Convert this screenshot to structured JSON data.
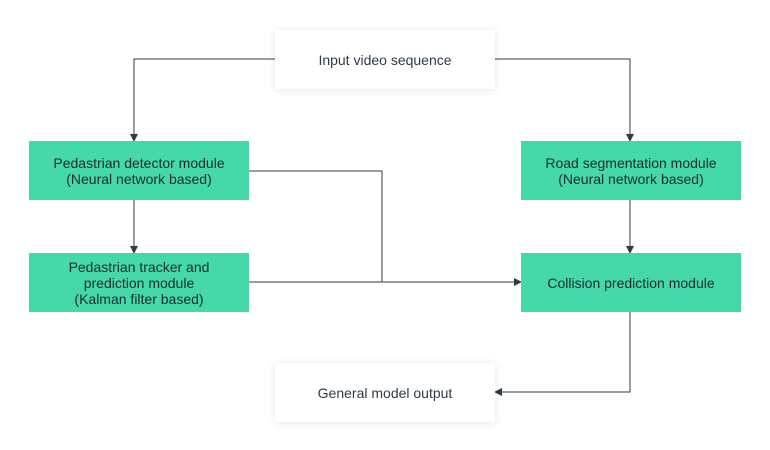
{
  "nodes": {
    "input": {
      "line1": "Input video sequence"
    },
    "pedestrian_detector": {
      "line1": "Pedastrian detector module",
      "line2": "(Neural network based)"
    },
    "road_segmentation": {
      "line1": "Road segmentation module",
      "line2": "(Neural network based)"
    },
    "pedestrian_tracker": {
      "line1": "Pedastrian tracker and",
      "line2": "prediction module",
      "line3": "(Kalman filter based)"
    },
    "collision_prediction": {
      "line1": "Collision prediction module"
    },
    "output": {
      "line1": "General model output"
    }
  },
  "colors": {
    "module_fill": "#45d8a9",
    "plain_fill": "#ffffff",
    "connector": "#2e3b47"
  }
}
